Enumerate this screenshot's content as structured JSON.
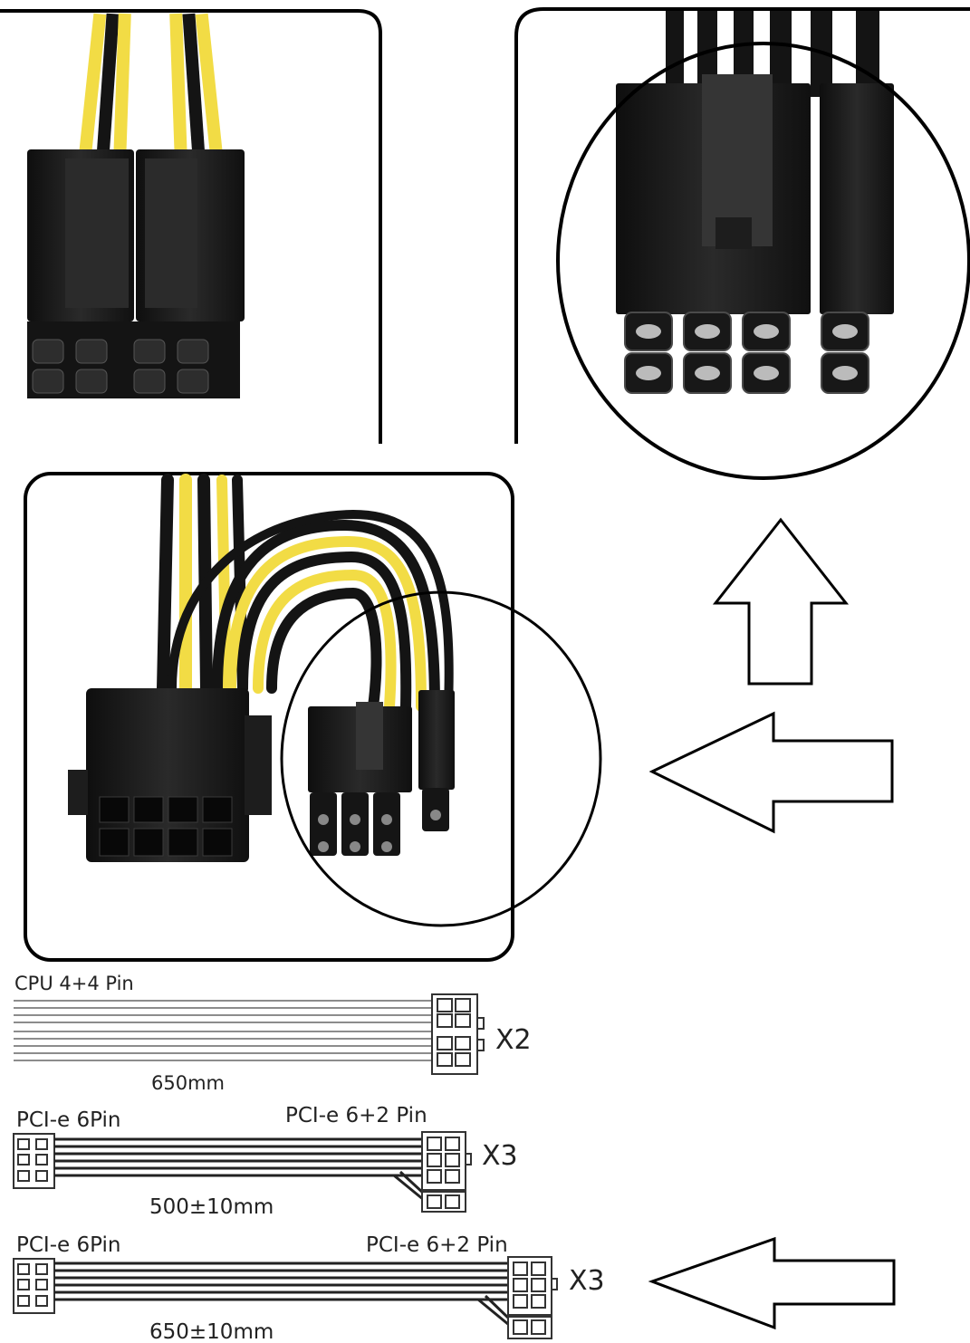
{
  "cables": [
    {
      "left_label": "CPU 4+4 Pin",
      "right_label": "",
      "length": "650mm",
      "qty": "X2"
    },
    {
      "left_label": "PCI-e 6Pin",
      "right_label": "PCI-e 6+2 Pin",
      "length": "500±10mm",
      "qty": "X3"
    },
    {
      "left_label": "PCI-e 6Pin",
      "right_label": "PCI-e 6+2 Pin",
      "length": "650±10mm",
      "qty": "X3"
    }
  ],
  "colors": {
    "wire_yellow": "#f2dc45",
    "wire_black": "#141414",
    "connector": "#1b1b1b",
    "outline": "#000000"
  }
}
